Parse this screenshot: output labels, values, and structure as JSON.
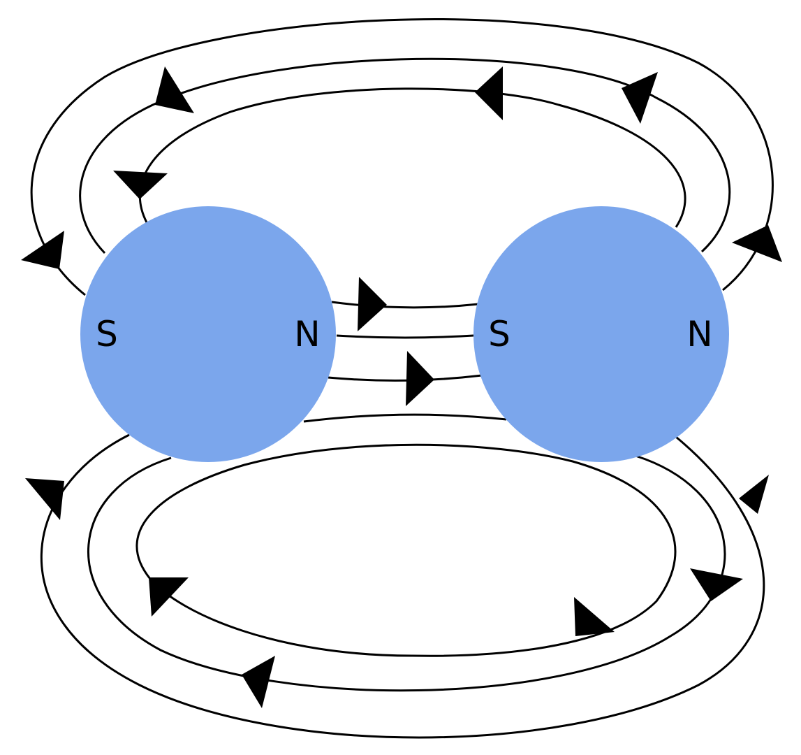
{
  "magnets": [
    {
      "south_label": "S",
      "north_label": "N"
    },
    {
      "south_label": "S",
      "north_label": "N"
    }
  ],
  "colors": {
    "magnet_fill": "#7ba6ec",
    "line": "#000000",
    "arrow": "#000000",
    "background": "#ffffff"
  }
}
